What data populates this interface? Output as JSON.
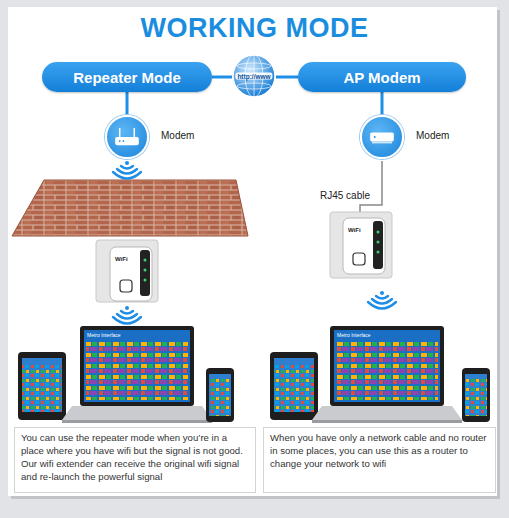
{
  "diagram": {
    "title": "WORKING MODE",
    "nodes": [
      {
        "text": [
          "Repeater Mode"
        ]
      },
      {
        "text": [
          "http://www"
        ]
      },
      {
        "text": [
          "AP Modem"
        ]
      },
      {
        "text": [
          "Modem"
        ]
      },
      {
        "text": [
          "Modem"
        ]
      },
      {
        "text": [
          "You can use the repeater mode when you’re in a place where you have wifi but the signal is not good. Our wifi extender can receive the original wifi signal and re-launch the powerful signal"
        ]
      },
      {
        "text": [
          "When you have only a network cable and no router in some places, you can use this as a router to change your network to wifi"
        ]
      }
    ],
    "edges": [
      {
        "from": 1,
        "to": 0,
        "arrow": "none"
      },
      {
        "from": 1,
        "to": 2,
        "arrow": "none"
      },
      {
        "from": 0,
        "to": 3,
        "arrow": "none"
      },
      {
        "from": 2,
        "to": 4,
        "arrow": "none"
      }
    ],
    "labels": [
      "RJ45 cable",
      "Metro Interface",
      "Metro Interface",
      "WiFi",
      "WiFi"
    ]
  }
}
